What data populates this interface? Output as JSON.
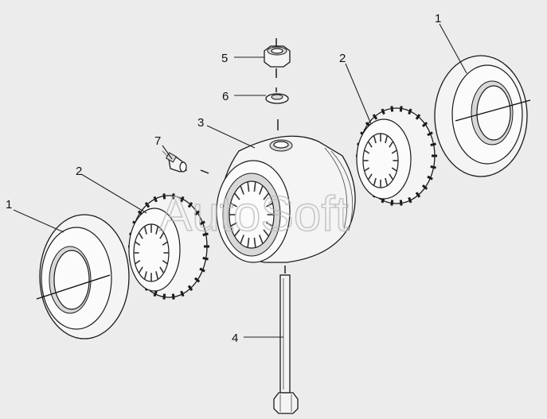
{
  "diagram": {
    "watermark": "AutoSoft",
    "callouts": {
      "c1_left": "1",
      "c1_right": "1",
      "c2_left": "2",
      "c2_right": "2",
      "c3": "3",
      "c4": "4",
      "c5": "5",
      "c6": "6",
      "c7": "7"
    }
  },
  "colors": {
    "background": "#ececec",
    "line": "#1a1a1a",
    "watermark": "#b8b8b8"
  }
}
